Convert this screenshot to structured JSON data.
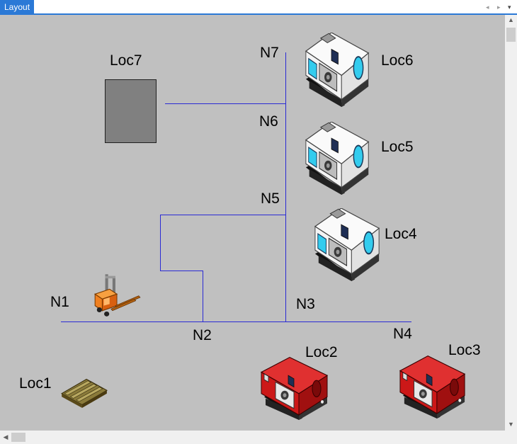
{
  "tab": {
    "title": "Layout"
  },
  "tab_controls": {
    "prev": "◂",
    "next": "▸",
    "menu": "▾"
  },
  "scrollbar": {
    "up": "▲",
    "down": "▼",
    "left": "◀"
  },
  "locations": {
    "loc1": "Loc1",
    "loc2": "Loc2",
    "loc3": "Loc3",
    "loc4": "Loc4",
    "loc5": "Loc5",
    "loc6": "Loc6",
    "loc7": "Loc7"
  },
  "nodes": {
    "n1": "N1",
    "n2": "N2",
    "n3": "N3",
    "n4": "N4",
    "n5": "N5",
    "n6": "N6",
    "n7": "N7"
  },
  "icons": {
    "white_machine": "cnc-lathe-white-icon",
    "red_machine": "cnc-lathe-red-icon",
    "forklift": "forklift-icon",
    "pallet": "pallet-icon"
  },
  "colors": {
    "path": "#2a2ad4",
    "canvas": "#c0c0c0",
    "tab": "#2b79d6",
    "loc7_fill": "#808080"
  }
}
